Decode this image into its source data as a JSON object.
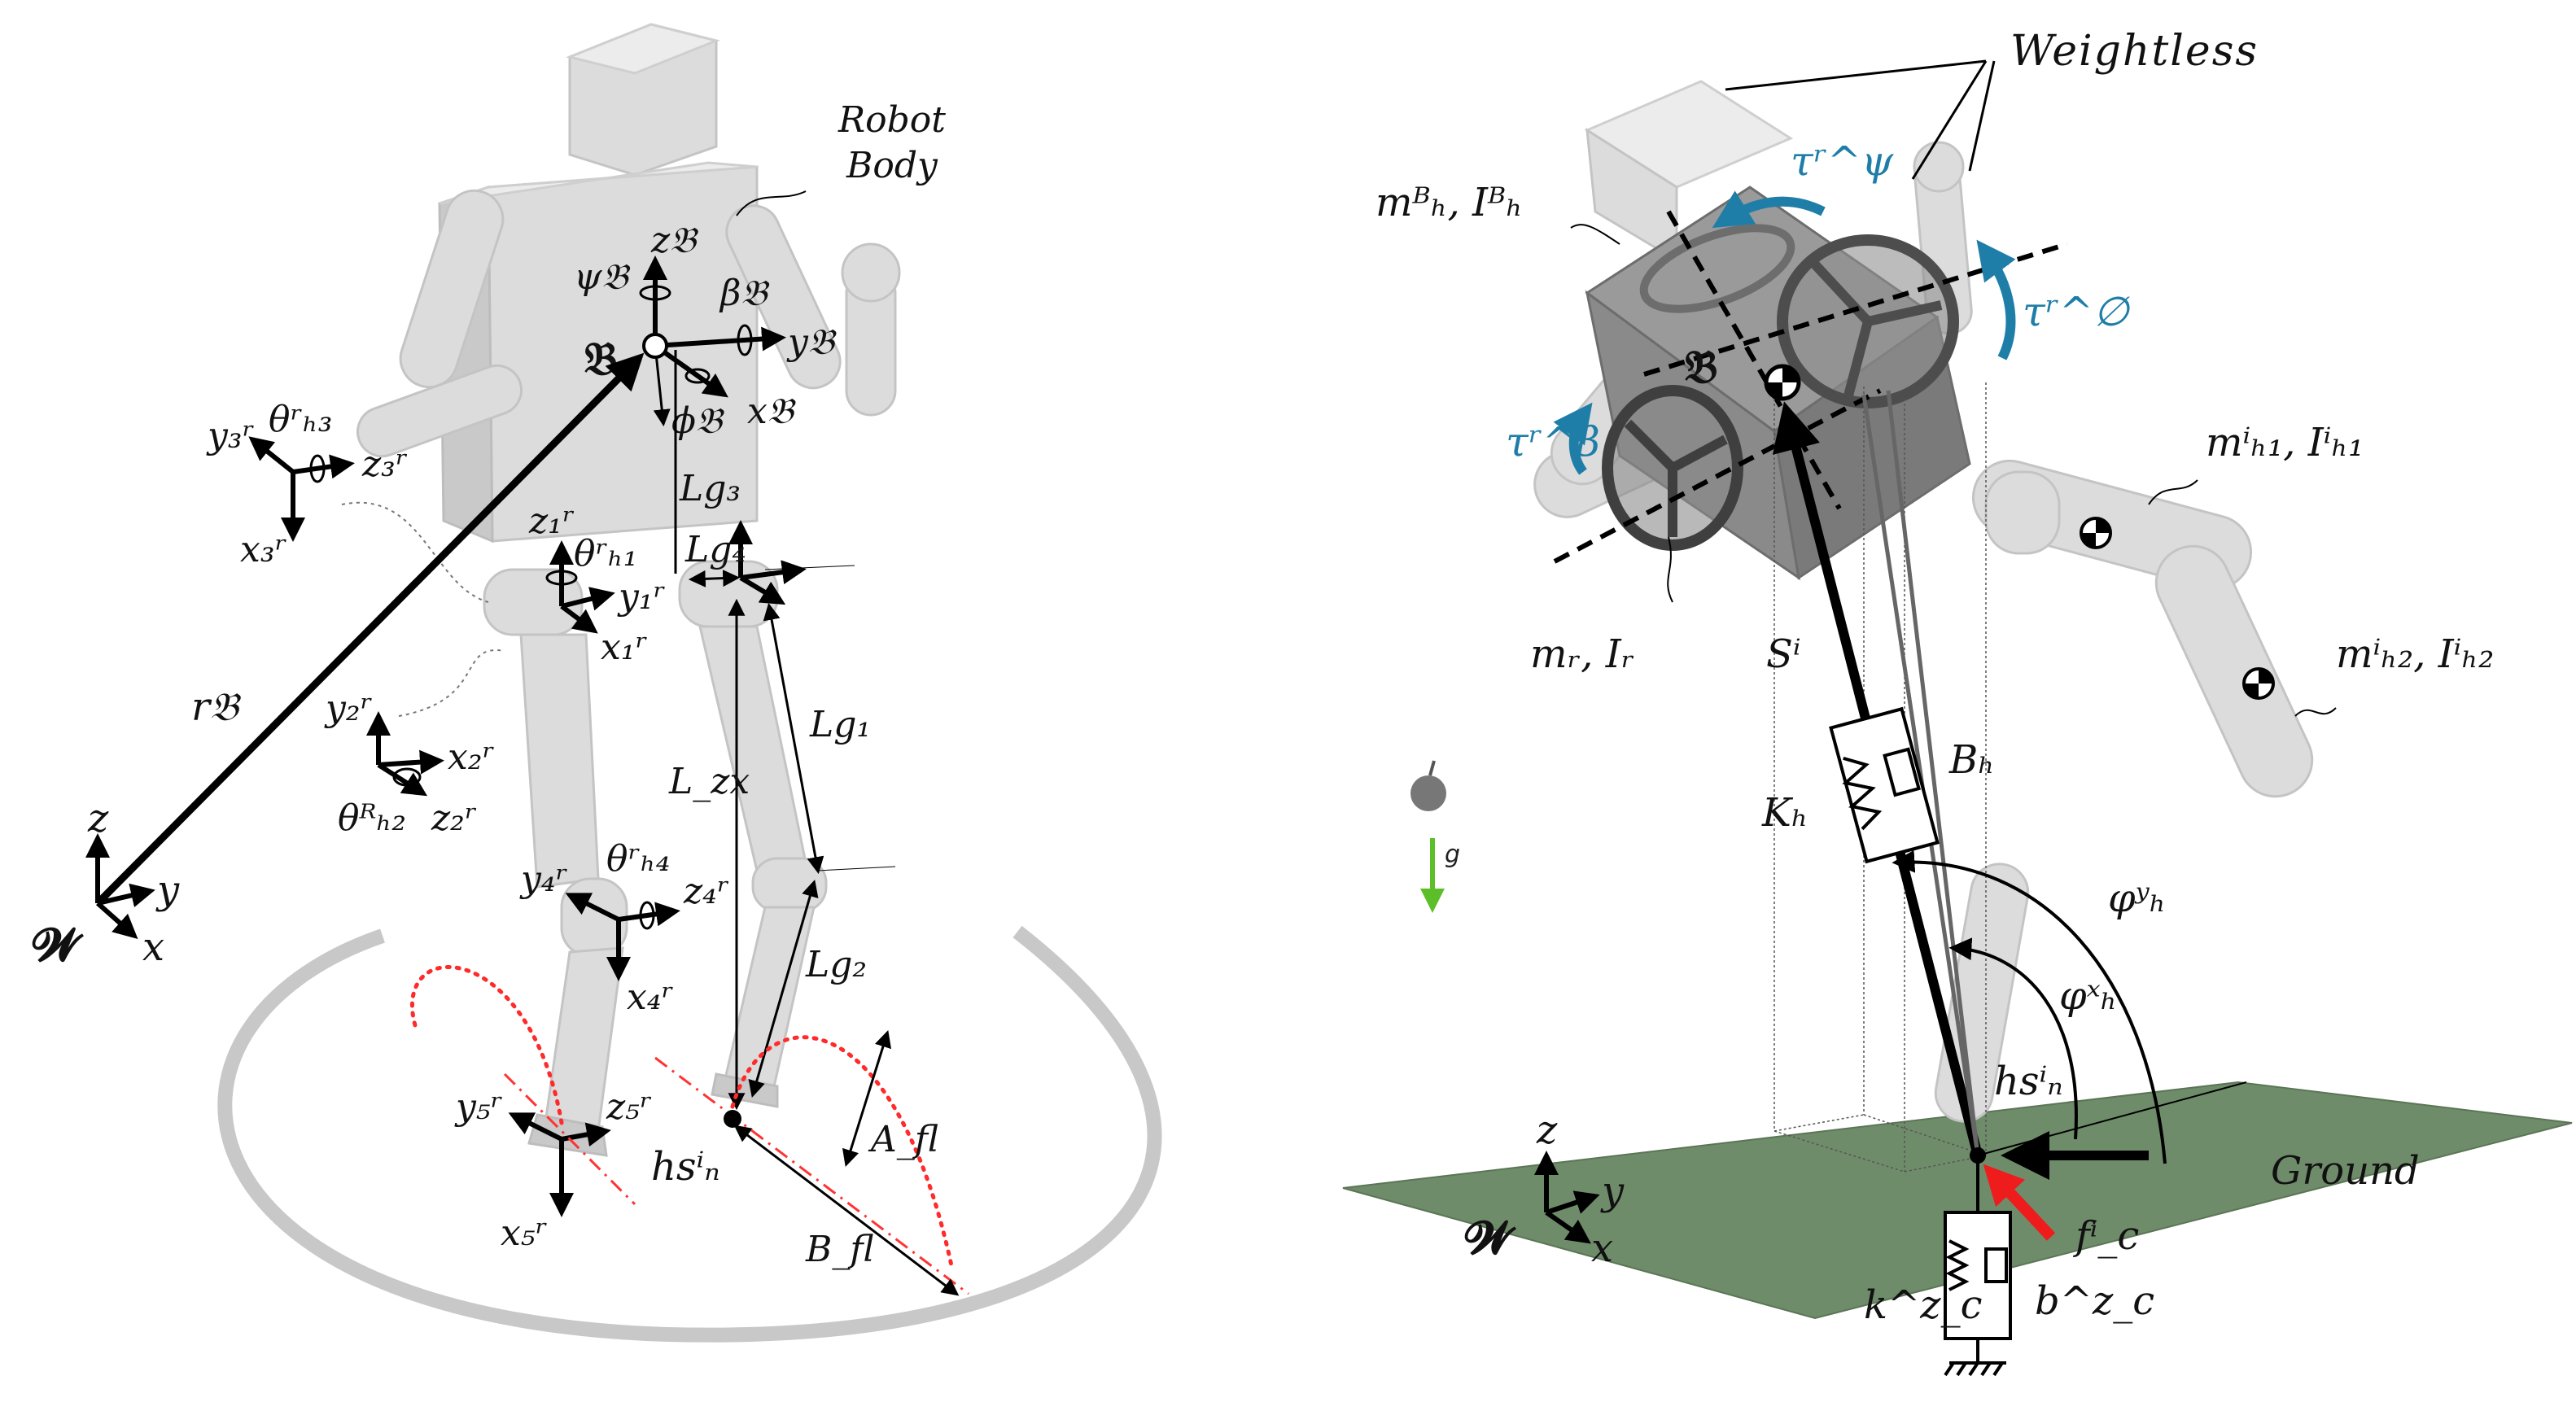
{
  "left_panel": {
    "labels": {
      "robot_body_line1": "Robot",
      "robot_body_line2": "Body",
      "z_B": "z𝔅",
      "y_B": "y𝔅",
      "x_B": "x𝔅",
      "psi_B": "ψ𝔅",
      "beta_B": "β𝔅",
      "phi_B": "ϕ𝔅",
      "B_frame": "𝔅",
      "r_B": "r𝔅",
      "W_frame": "𝓦",
      "W_z": "z",
      "W_y": "y",
      "W_x": "x",
      "y3": "y₃ʳ",
      "theta_h3": "θʳₕ₃",
      "z3": "z₃ʳ",
      "x3": "x₃ʳ",
      "z1": "z₁ʳ",
      "theta_h1": "θʳₕ₁",
      "y1": "y₁ʳ",
      "x1": "x₁ʳ",
      "y2": "y₂ʳ",
      "x2": "x₂ʳ",
      "theta_h2": "θᴿₕ₂",
      "z2": "z₂ʳ",
      "y4": "y₄ʳ",
      "theta_h4": "θʳₕ₄",
      "z4": "z₄ʳ",
      "x4": "x₄ʳ",
      "y5": "y₅ʳ",
      "z5": "z₅ʳ",
      "x5": "x₅ʳ",
      "Lg3": "Lg₃",
      "Lg4": "Lg₄",
      "Lg1": "Lg₁",
      "Lg2": "Lg₂",
      "Lzx": "L_zx",
      "hs": "hsⁱₙ",
      "A_fl": "A_fl",
      "B_fl": "B_fl"
    }
  },
  "right_panel": {
    "labels": {
      "weightless": "Weightless",
      "m_h_B": "mᴮₕ, Iᴮₕ",
      "tau_psi": "τʳ^ψ",
      "tau_phi": "τʳ^∅",
      "tau_beta": "τʳ^β",
      "B_frame": "𝔅",
      "m_r": "mᵣ, Iᵣ",
      "S": "Sⁱ",
      "m_h1": "mⁱₕ₁, Iⁱₕ₁",
      "m_h2": "mⁱₕ₂, Iⁱₕ₂",
      "K_h": "Kₕ",
      "B_h": "Bₕ",
      "g": "g",
      "phi_y": "φʸₕ",
      "phi_x": "φˣₕ",
      "hs": "hsⁱₙ",
      "ground": "Ground",
      "f_c": "fⁱ_c",
      "W_frame": "𝓦",
      "W_z": "z",
      "W_y": "y",
      "W_x": "x",
      "k_c": "k^z_c",
      "b_c": "b^z_c"
    }
  },
  "colors": {
    "body": "#dcdcdc",
    "box": "#7a7a7a",
    "ground": "#6f8c6a",
    "accent_blue": "#1f7ea8",
    "force_red": "#ee1c1c",
    "gravity_green": "#5cbf2a"
  }
}
